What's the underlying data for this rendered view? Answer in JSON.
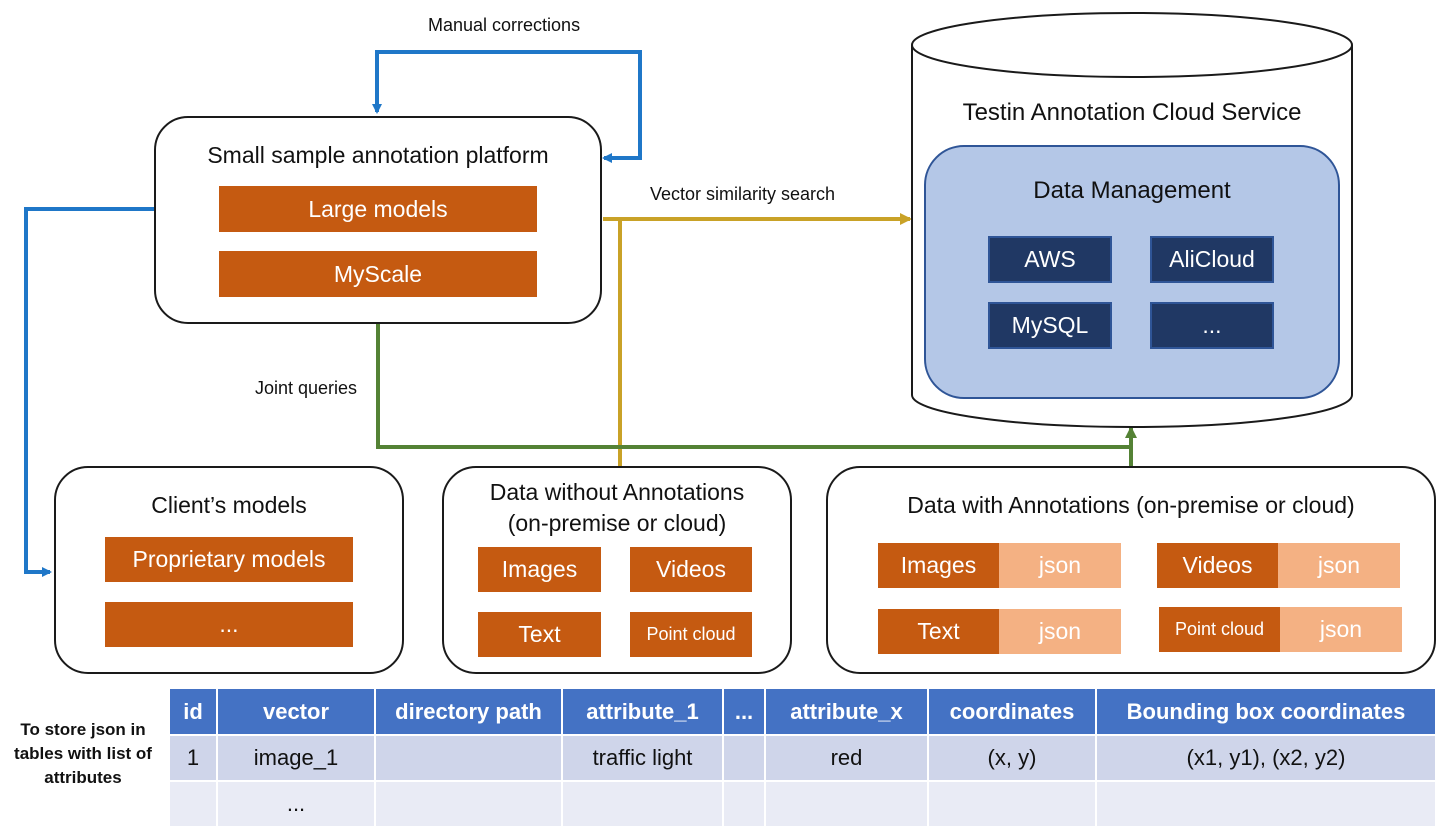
{
  "labels": {
    "manual_corrections": "Manual corrections",
    "vector_similarity_search": "Vector similarity search",
    "joint_queries": "Joint queries"
  },
  "platform": {
    "title": "Small sample annotation platform",
    "items": [
      "Large models",
      "MyScale"
    ]
  },
  "cloud": {
    "title": "Testin Annotation Cloud Service",
    "data_management": {
      "title": "Data Management",
      "items": [
        "AWS",
        "AliCloud",
        "MySQL",
        "..."
      ]
    }
  },
  "client_models": {
    "title": "Client’s models",
    "items": [
      "Proprietary models",
      "..."
    ]
  },
  "data_without": {
    "title_line1": "Data without Annotations",
    "title_line2": "(on-premise or cloud)",
    "items": [
      "Images",
      "Videos",
      "Text",
      "Point cloud"
    ]
  },
  "data_with": {
    "title": "Data with Annotations (on-premise or cloud)",
    "pairs": [
      {
        "type": "Images",
        "format": "json"
      },
      {
        "type": "Videos",
        "format": "json"
      },
      {
        "type": "Text",
        "format": "json"
      },
      {
        "type": "Point cloud",
        "format": "json"
      }
    ]
  },
  "table": {
    "note": "To store json in tables with list of attributes",
    "headers": [
      "id",
      "vector",
      "directory path",
      "attribute_1",
      "...",
      "attribute_x",
      "coordinates",
      "Bounding box coordinates"
    ],
    "rows": [
      [
        "1",
        "image_1",
        "",
        "traffic light",
        "",
        "red",
        "(x, y)",
        "(x1, y1), (x2, y2)"
      ],
      [
        "",
        "...",
        "",
        "",
        "",
        "",
        "",
        ""
      ]
    ]
  },
  "colors": {
    "blue_arrow": "#1f77c8",
    "gold_arrow": "#c9a227",
    "green_arrow": "#548235",
    "orange_box": "#c55a11",
    "peach_box": "#f4b183",
    "navy_box": "#203864",
    "light_blue_panel": "#b4c7e7",
    "table_header": "#4472c4"
  }
}
